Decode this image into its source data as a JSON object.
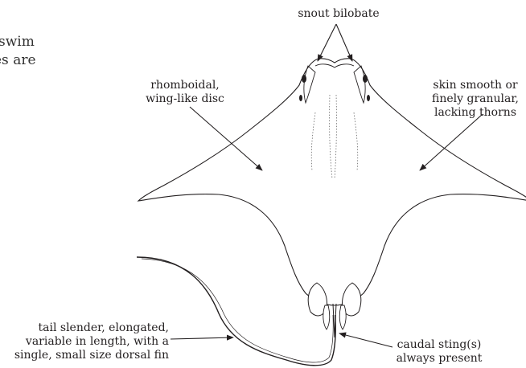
{
  "clipped_text": {
    "line1": "swim",
    "line2": "es are"
  },
  "labels": {
    "snout": "snout bilobate",
    "disc_line1": "rhomboidal,",
    "disc_line2": "wing-like disc",
    "skin_line1": "skin smooth or",
    "skin_line2": "finely granular,",
    "skin_line3": "lacking thorns",
    "tail_line1": "tail slender, elongated,",
    "tail_line2": "variable in length, with a",
    "tail_line3": "single, small size dorsal fin",
    "sting_line1": "caudal sting(s)",
    "sting_line2": "always present"
  }
}
